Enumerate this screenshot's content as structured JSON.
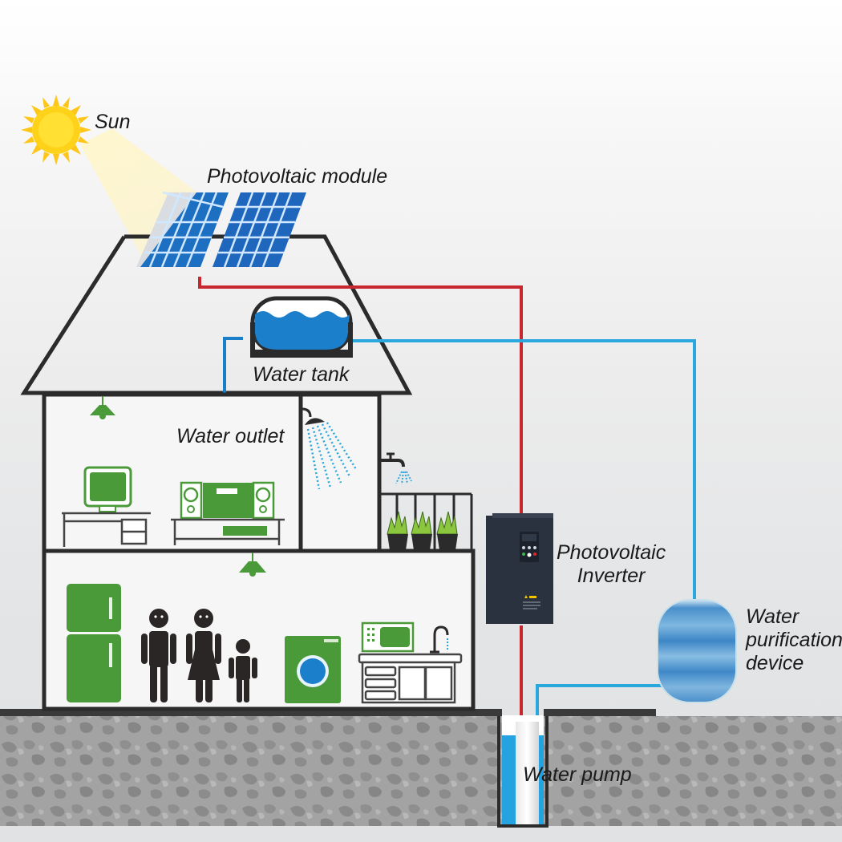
{
  "diagram": {
    "title": "Solar photovoltaic water pumping system for a house",
    "labels": {
      "sun": "Sun",
      "photovoltaic_module": "Photovoltaic module",
      "water_tank": "Water tank",
      "water_outlet": "Water outlet",
      "photovoltaic_inverter": [
        "Photovoltaic",
        "Inverter"
      ],
      "water_purification_device": [
        "Water",
        "purification",
        "device"
      ],
      "water_pump": "Water pump"
    },
    "components": [
      {
        "id": "sun",
        "icon": "sun-icon"
      },
      {
        "id": "pv-module",
        "icon": "solar-panel-icon",
        "panel_count": 2
      },
      {
        "id": "water-tank",
        "icon": "water-tank-icon"
      },
      {
        "id": "inverter",
        "icon": "inverter-icon"
      },
      {
        "id": "purifier",
        "icon": "purifier-icon"
      },
      {
        "id": "pump",
        "icon": "well-pump-icon"
      }
    ],
    "connections": [
      {
        "from": "pv-module",
        "to": "inverter",
        "kind": "power cable",
        "color": "#c8282d"
      },
      {
        "from": "inverter",
        "to": "pump",
        "kind": "power cable",
        "color": "#c8282d"
      },
      {
        "from": "pump",
        "to": "purifier",
        "kind": "water pipe",
        "color": "#2aa7dc"
      },
      {
        "from": "purifier",
        "to": "water-tank",
        "kind": "water pipe",
        "color": "#2aa7dc"
      },
      {
        "from": "water-tank",
        "to": "water-outlet",
        "kind": "water pipe",
        "color": "#1a7fc8"
      }
    ],
    "house_items": {
      "upper_floor": [
        "ceiling-lamp",
        "computer-desk",
        "stereo-system",
        "shower",
        "tap",
        "potted-plants"
      ],
      "lower_floor": [
        "ceiling-lamp",
        "refrigerator",
        "man",
        "woman",
        "child",
        "washing-machine",
        "microwave",
        "kitchen-sink-cabinet"
      ]
    },
    "colors": {
      "appliance_green": "#4a9a3a",
      "plant_green": "#8cc63f",
      "outline": "#2b2b2b",
      "power_line": "#c8282d",
      "water_pipe": "#2aa7dc",
      "tank_water": "#1b7fcc",
      "panel_blue": "#1e6fc2",
      "sun_yellow": "#ffd21a",
      "ground": "#9a9a9a"
    }
  }
}
